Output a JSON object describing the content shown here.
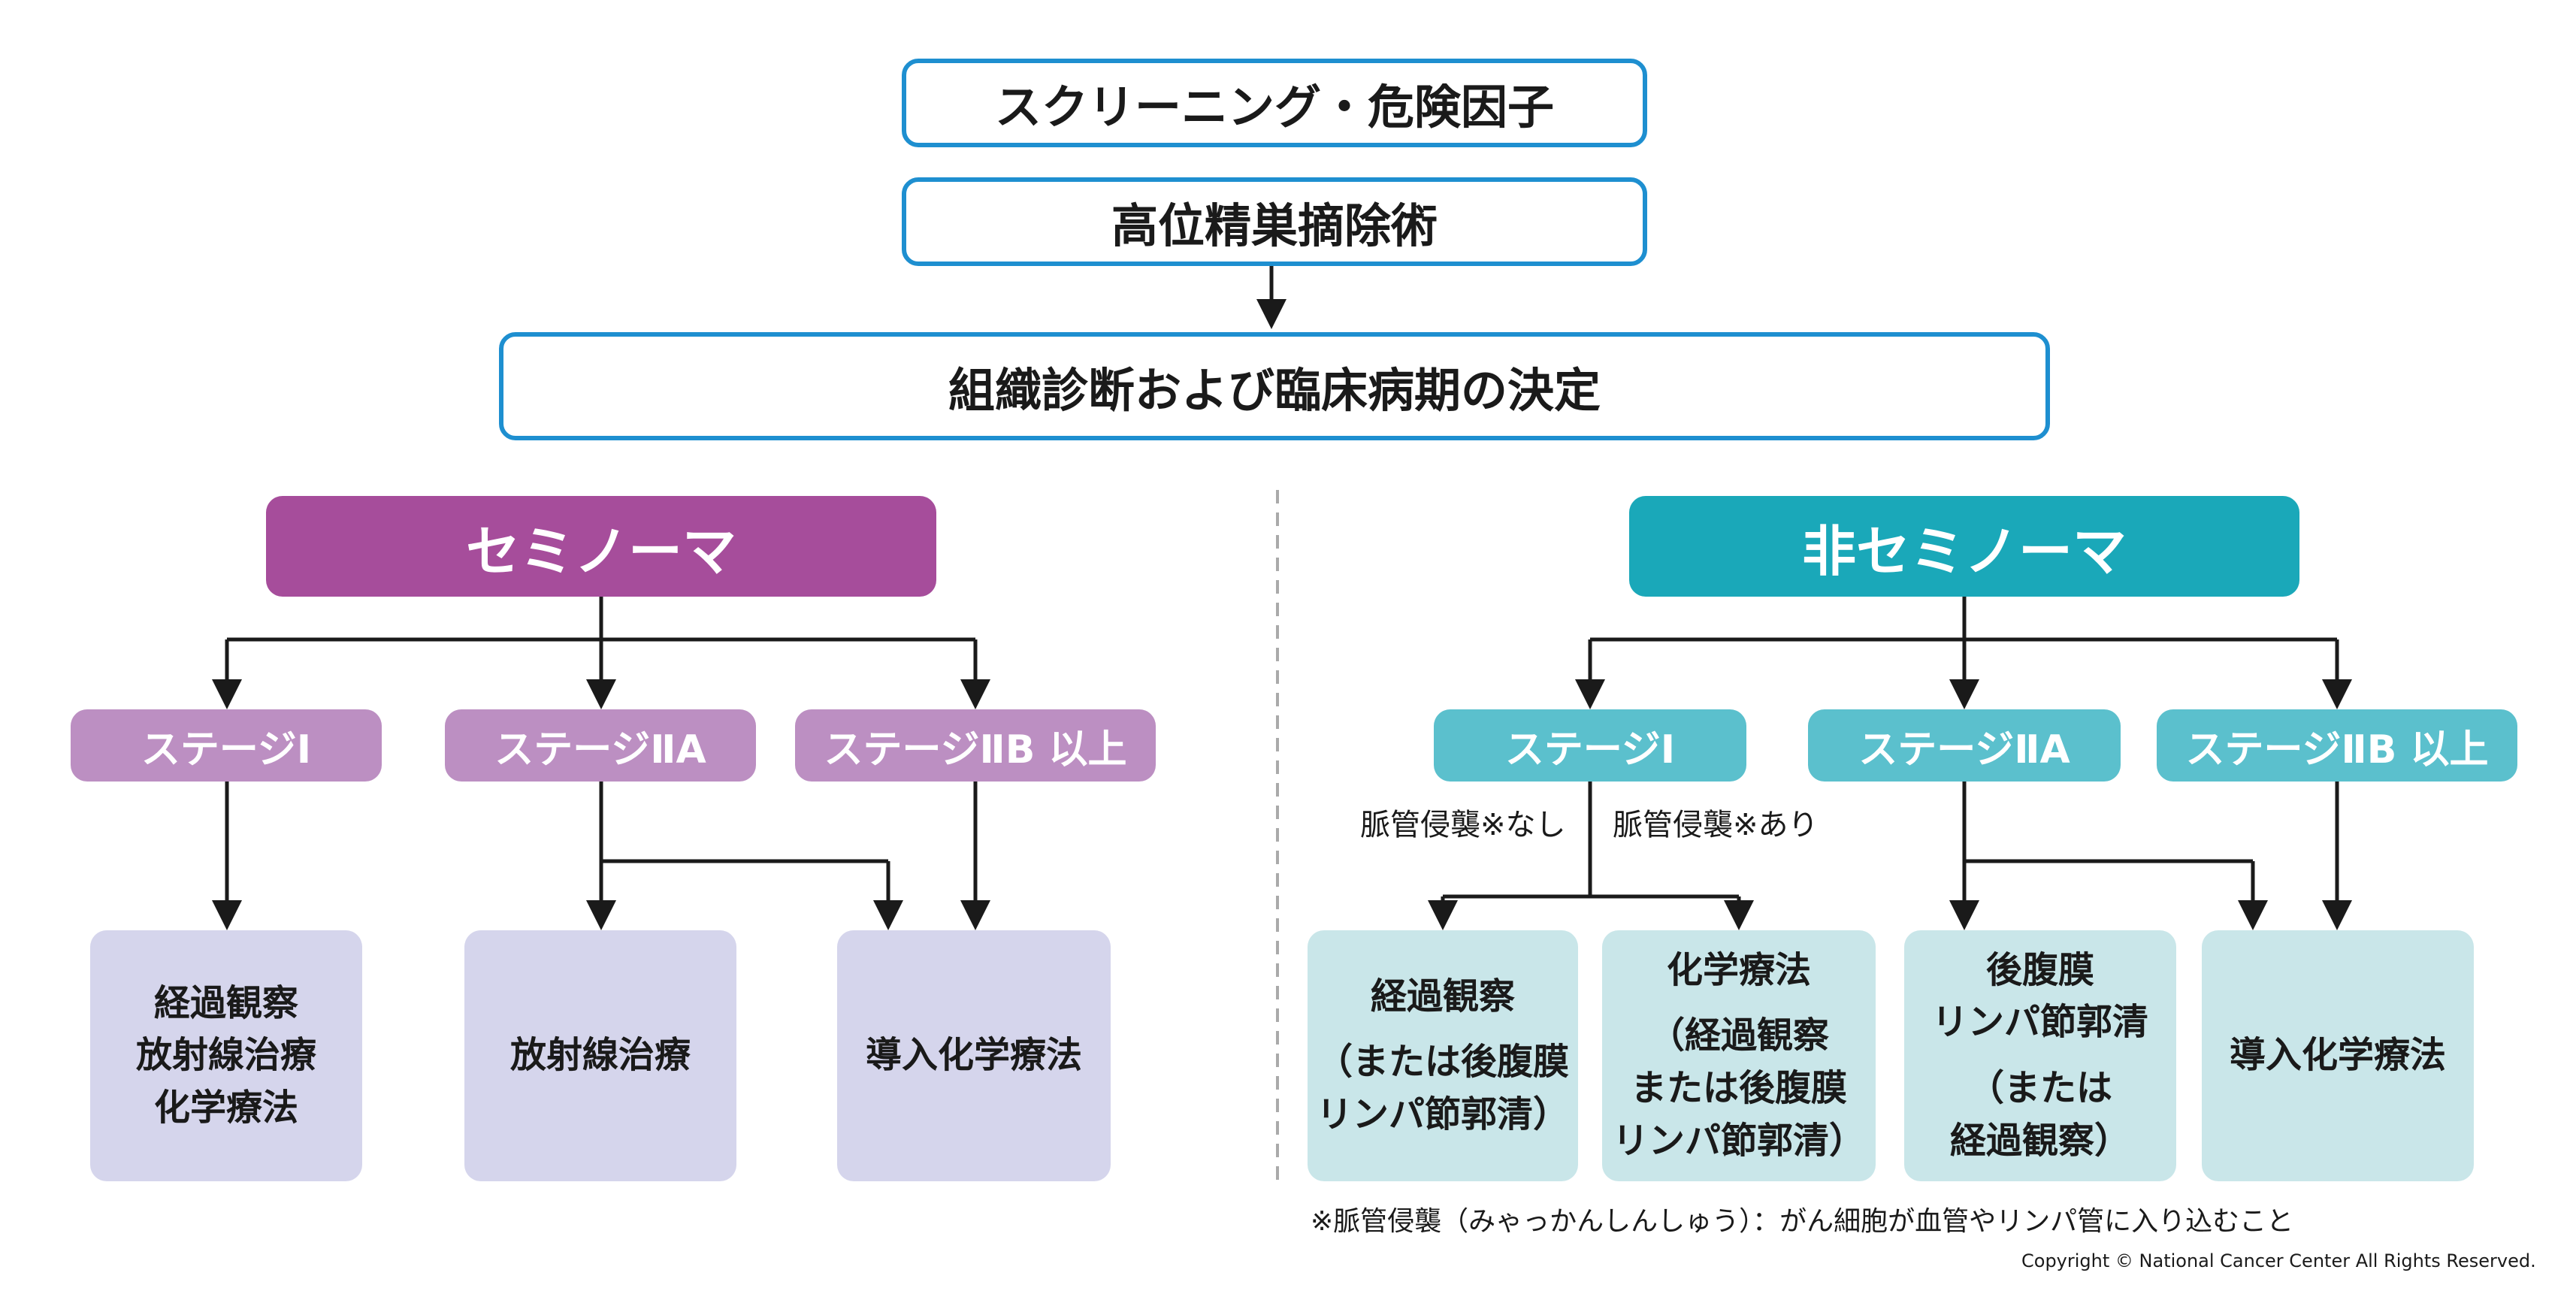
{
  "top": {
    "screening": "スクリーニング・危険因子",
    "orchiectomy": "高位精巣摘除術",
    "diagnosis": "組織診断および臨床病期の決定"
  },
  "seminoma": {
    "title": "セミノーマ",
    "stages": [
      "ステージⅠ",
      "ステージⅡA",
      "ステージⅡB 以上"
    ],
    "treatments": [
      [
        "経過観察",
        "放射線治療",
        "化学療法"
      ],
      [
        "放射線治療"
      ],
      [
        "導入化学療法"
      ]
    ]
  },
  "nonseminoma": {
    "title": "非セミノーマ",
    "stages": [
      "ステージⅠ",
      "ステージⅡA",
      "ステージⅡB 以上"
    ],
    "branch_labels": {
      "without": "脈管侵襲※なし",
      "with": "脈管侵襲※あり"
    },
    "treatments": [
      [
        "経過観察",
        "（または後腹膜",
        "リンパ節郭清）"
      ],
      [
        "化学療法",
        "（経過観察",
        "または後腹膜",
        "リンパ節郭清）"
      ],
      [
        "後腹膜",
        "リンパ節郭清",
        "（または",
        "経過観察）"
      ],
      [
        "導入化学療法"
      ]
    ]
  },
  "footnote": "※脈管侵襲（みゃっかんしんしゅう）：がん細胞が血管やリンパ管に入り込むこと",
  "copyright": "Copyright © National Cancer Center All Rights Reserved.",
  "colors": {
    "outline_border": "#1e8fd0",
    "seminoma_header": "#a64d9b",
    "seminoma_stage": "#bc8fc2",
    "seminoma_treatment": "#d5d5ec",
    "nonseminoma_header": "#1aa8b9",
    "nonseminoma_stage": "#5bc0cd",
    "nonseminoma_treatment": "#c9e6e9",
    "divider": "#aaaaaa",
    "connector": "#1a1a1a"
  }
}
